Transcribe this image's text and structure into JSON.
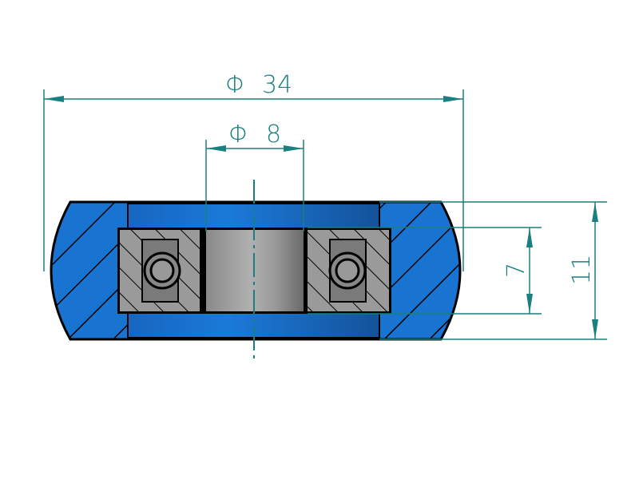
{
  "drawing": {
    "dimensions": {
      "outer_diameter": {
        "symbol": "Φ",
        "value": "34"
      },
      "bore_diameter": {
        "symbol": "Φ",
        "value": "8"
      },
      "bearing_width": {
        "value": "7"
      },
      "total_width": {
        "value": "11"
      }
    },
    "colors": {
      "dimension": "#1a7f7f",
      "tire": "#1874d0",
      "bearing": "#9a9a9a",
      "outline": "#000000"
    }
  }
}
